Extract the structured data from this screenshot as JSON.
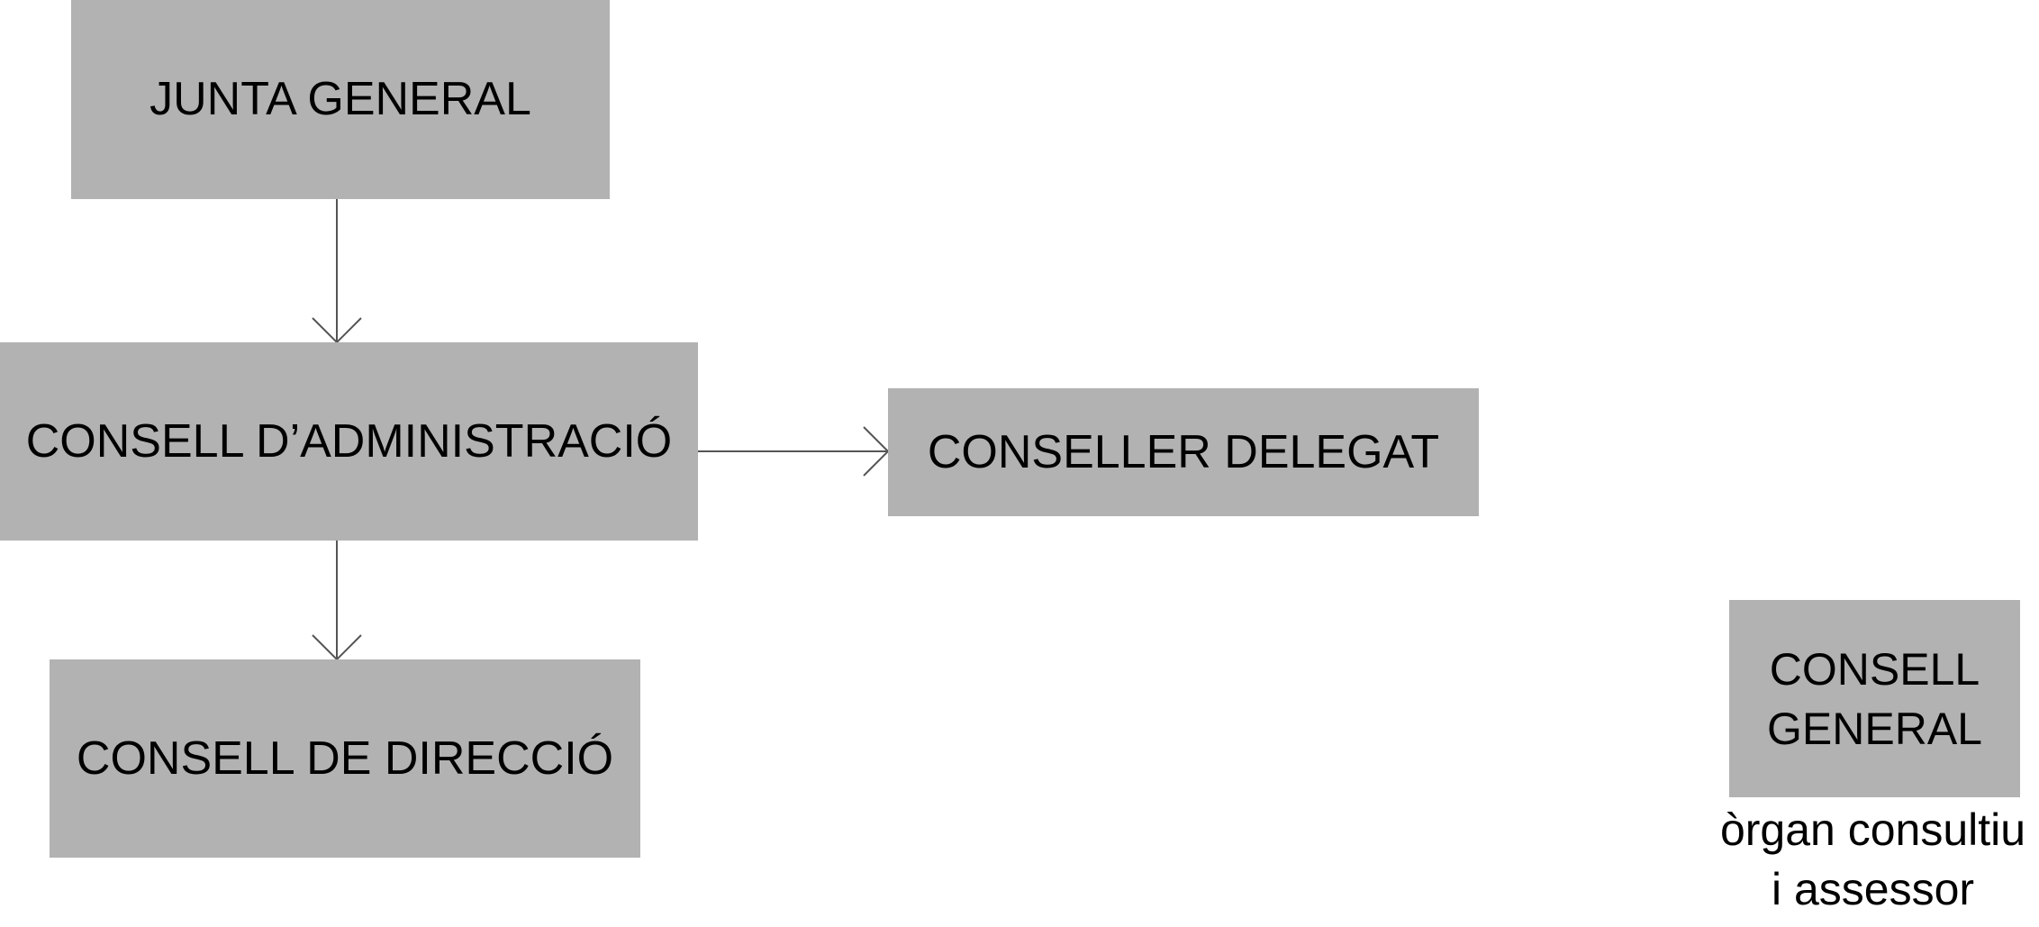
{
  "nodes": {
    "junta_general": "JUNTA GENERAL",
    "consell_administracio": "CONSELL D’ADMINISTRACIÓ",
    "conseller_delegat": "CONSELLER DELEGAT",
    "consell_direccio": "CONSELL DE DIRECCIÓ",
    "consell_general_line1": "CONSELL",
    "consell_general_line2": "GENERAL"
  },
  "consell_general_note": {
    "line1": "òrgan consultiu",
    "line2": "i assessor"
  },
  "edges": [
    {
      "from": "JUNTA GENERAL",
      "to": "CONSELL D’ADMINISTRACIÓ"
    },
    {
      "from": "CONSELL D’ADMINISTRACIÓ",
      "to": "CONSELLER DELEGAT"
    },
    {
      "from": "CONSELL D’ADMINISTRACIÓ",
      "to": "CONSELL DE DIRECCIÓ"
    }
  ],
  "colors": {
    "box_fill": "#b2b2b2",
    "connector": "#555555",
    "text": "#000000",
    "background": "#ffffff"
  }
}
